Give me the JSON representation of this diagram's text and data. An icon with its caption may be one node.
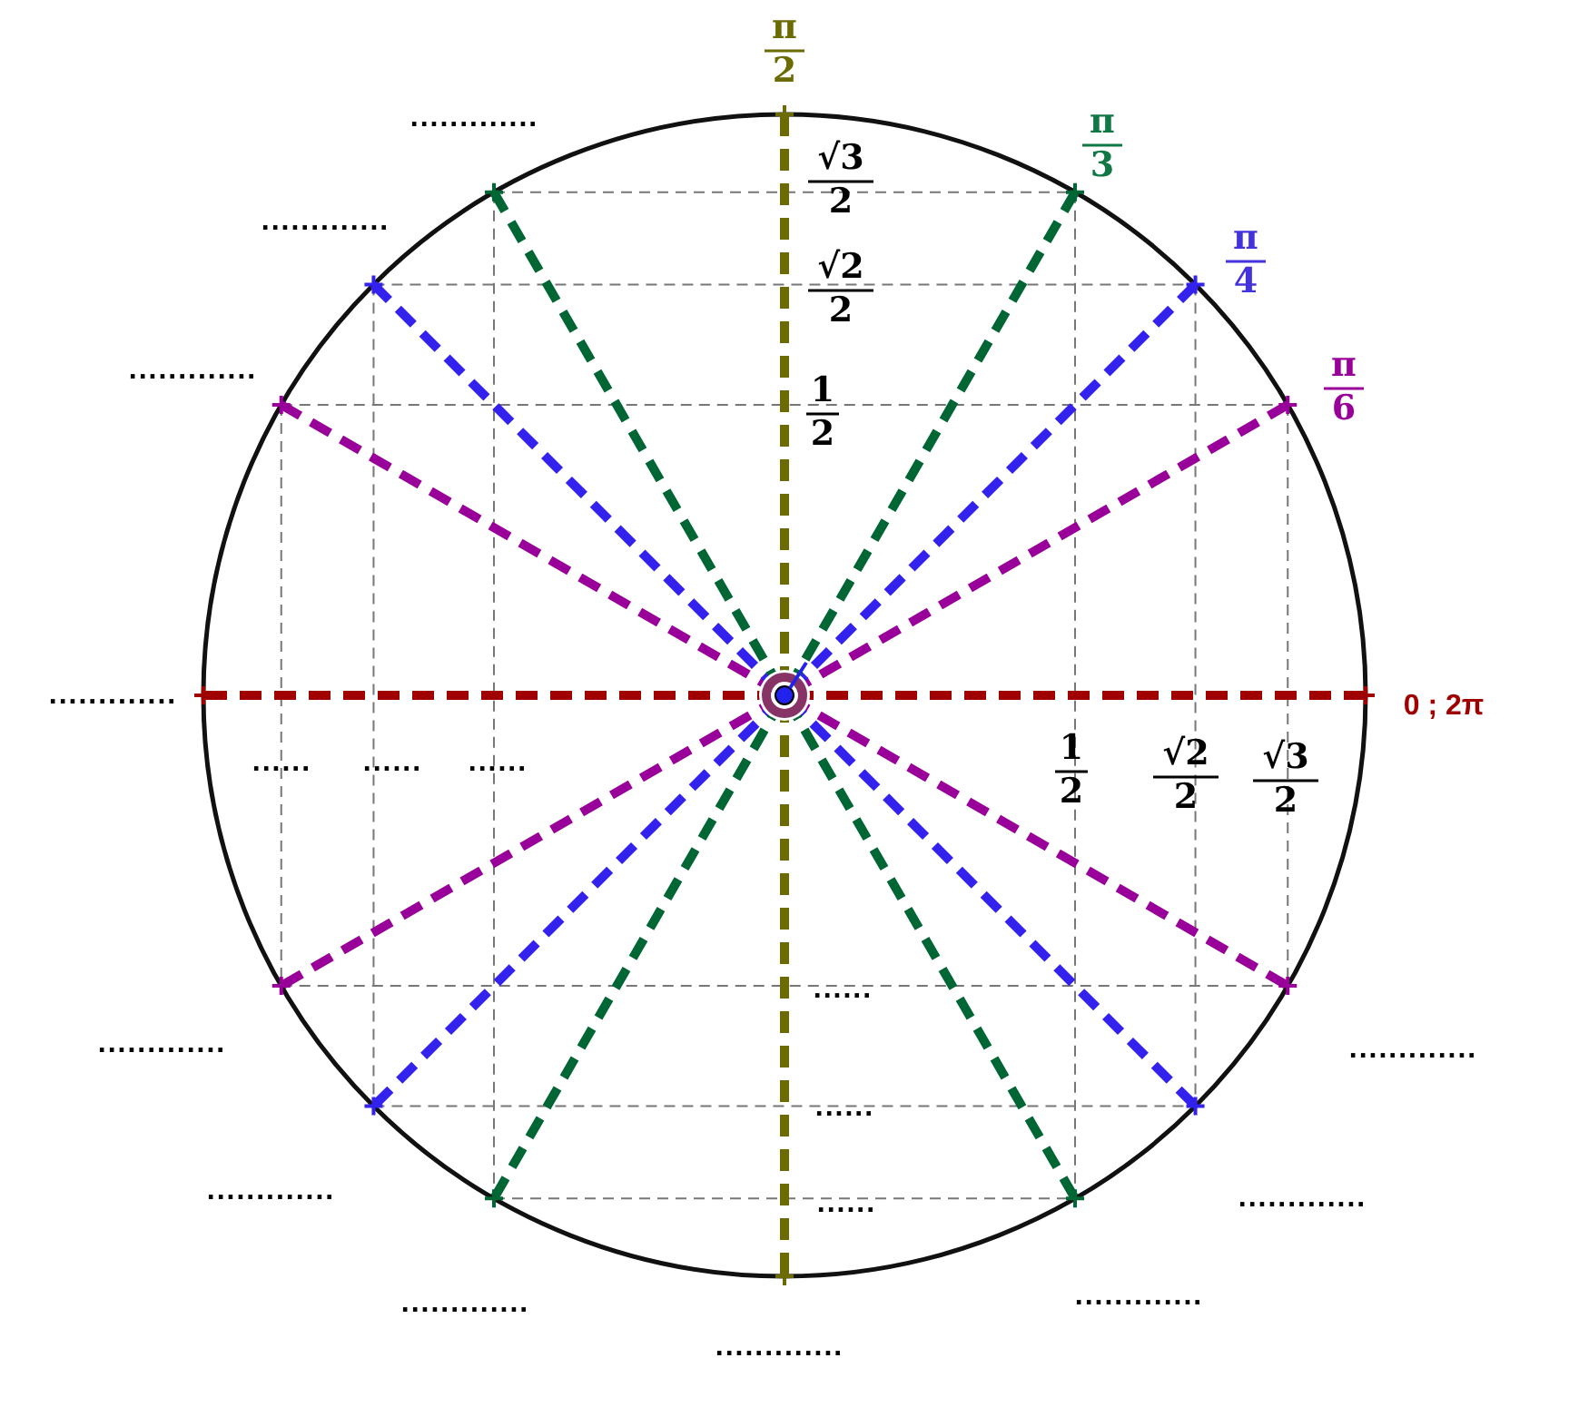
{
  "diagram": {
    "labels": [
      "π",
      "2",
      ".............",
      "√3",
      "π",
      "3",
      "2",
      ".............",
      "π",
      "4",
      "√2",
      "2",
      ".............",
      "π",
      "6",
      "1",
      "2",
      ".............",
      "0 ; 2π",
      "......",
      "......",
      "......",
      "1",
      "√2",
      "√3",
      "2",
      "2",
      "2",
      "......",
      ".............",
      ".............",
      "......",
      ".............",
      ".............",
      "......",
      ".............",
      ".............",
      "............."
    ]
  }
}
